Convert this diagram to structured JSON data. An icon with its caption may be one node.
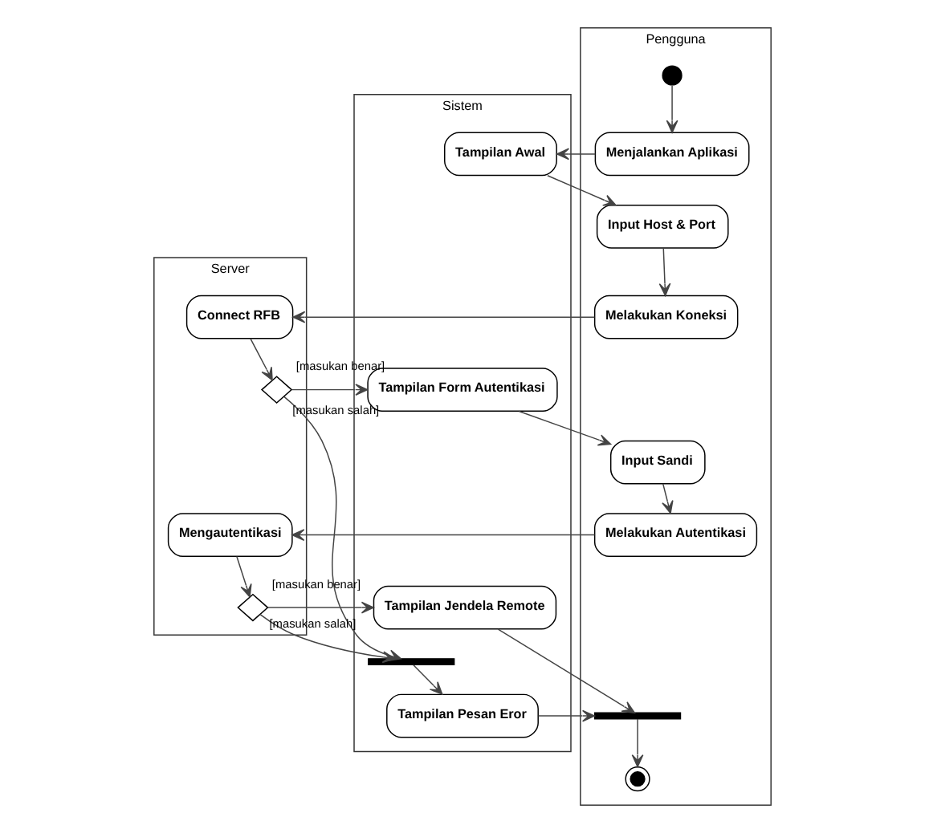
{
  "diagram": {
    "nodes": [
      {
        "text": [
          "Pengguna"
        ]
      },
      {
        "text": [
          "Sistem"
        ]
      },
      {
        "text": [
          "Server"
        ]
      },
      {
        "text": [],
        "shape": "circle",
        "in": 0
      },
      {
        "text": [
          "Menjalankan Aplikasi"
        ],
        "in": 0
      },
      {
        "text": [
          "Tampilan Awal"
        ],
        "in": 1
      },
      {
        "text": [
          "Input Host & Port"
        ],
        "in": 0
      },
      {
        "text": [
          "Melakukan Koneksi"
        ],
        "in": 0
      },
      {
        "text": [
          "Connect RFB"
        ],
        "in": 2
      },
      {
        "text": [],
        "shape": "diamond",
        "in": 2
      },
      {
        "text": [
          "Tampilan Form Autentikasi"
        ],
        "in": 1
      },
      {
        "text": [
          "Input Sandi"
        ],
        "in": 0
      },
      {
        "text": [
          "Melakukan Autentikasi"
        ],
        "in": 0
      },
      {
        "text": [
          "Mengautentikasi"
        ],
        "in": 2
      },
      {
        "text": [],
        "shape": "diamond",
        "in": 2
      },
      {
        "text": [
          "Tampilan Jendela Remote"
        ],
        "in": 1
      },
      {
        "text": [],
        "shape": "bar",
        "in": 1
      },
      {
        "text": [
          "Tampilan Pesan Eror"
        ],
        "in": 1
      },
      {
        "text": [],
        "shape": "bar",
        "in": 0
      },
      {
        "text": [],
        "shape": "circle",
        "in": 0
      }
    ],
    "edges": [
      {
        "from": 3,
        "to": 4,
        "arrow": "to"
      },
      {
        "from": 4,
        "to": 5,
        "arrow": "to"
      },
      {
        "from": 5,
        "to": 6,
        "arrow": "to"
      },
      {
        "from": 6,
        "to": 7,
        "arrow": "to"
      },
      {
        "from": 7,
        "to": 8,
        "arrow": "to"
      },
      {
        "from": 8,
        "to": 9,
        "arrow": "to"
      },
      {
        "from": 9,
        "to": 10,
        "arrow": "to",
        "label": "[masukan benar]"
      },
      {
        "from": 9,
        "to": 16,
        "arrow": "to",
        "label": "[masukan salah]"
      },
      {
        "from": 10,
        "to": 11,
        "arrow": "to"
      },
      {
        "from": 11,
        "to": 12,
        "arrow": "to"
      },
      {
        "from": 12,
        "to": 13,
        "arrow": "to"
      },
      {
        "from": 13,
        "to": 14,
        "arrow": "to"
      },
      {
        "from": 14,
        "to": 15,
        "arrow": "to",
        "label": "[masukan benar]"
      },
      {
        "from": 14,
        "to": 16,
        "arrow": "to",
        "label": "[masukan salah]"
      },
      {
        "from": 16,
        "to": 17,
        "arrow": "to"
      },
      {
        "from": 17,
        "to": 18,
        "arrow": "to"
      },
      {
        "from": 15,
        "to": 18,
        "arrow": "to"
      },
      {
        "from": 18,
        "to": 19,
        "arrow": "to"
      }
    ]
  }
}
